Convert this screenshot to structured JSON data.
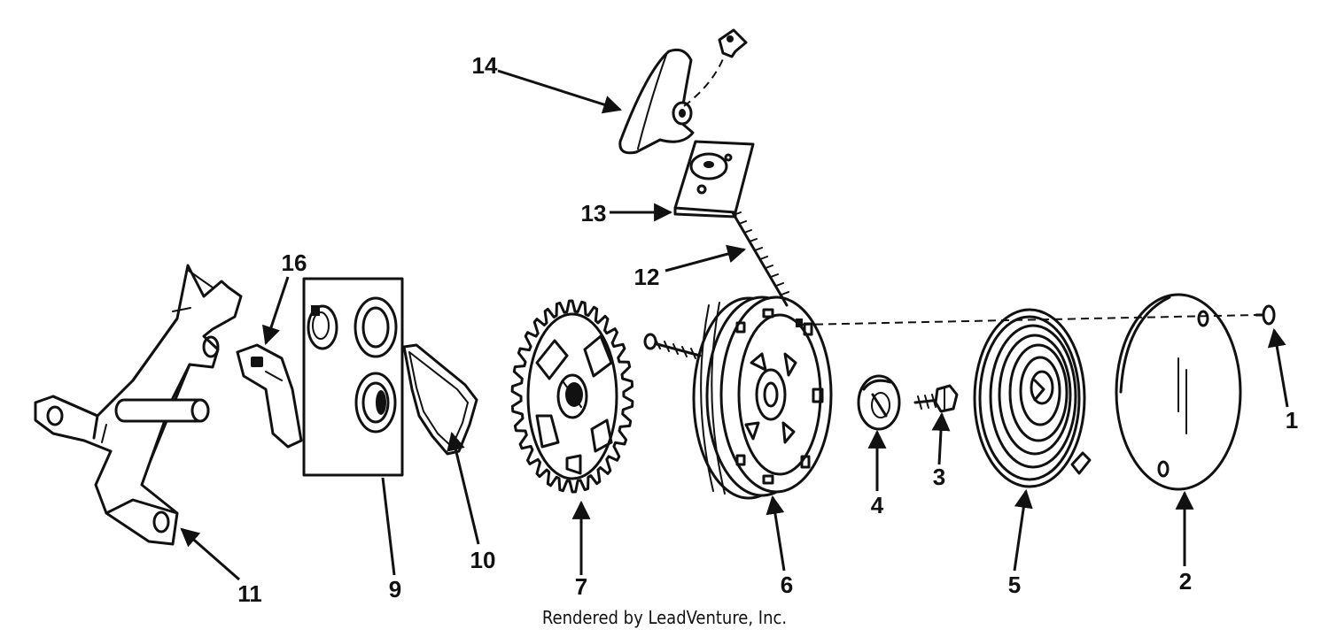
{
  "callouts": {
    "c1": "1",
    "c2": "2",
    "c3": "3",
    "c4": "4",
    "c5": "5",
    "c6": "6",
    "c7": "7",
    "c9": "9",
    "c10": "10",
    "c11": "11",
    "c12": "12",
    "c13": "13",
    "c14": "14",
    "c16": "16"
  },
  "footer": {
    "credit": "Rendered by LeadVenture, Inc."
  },
  "colors": {
    "ink": "#111111",
    "paper": "#ffffff"
  }
}
